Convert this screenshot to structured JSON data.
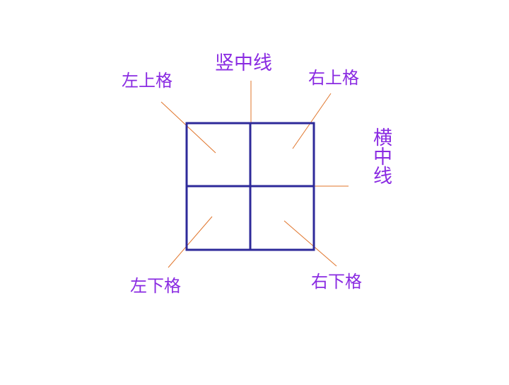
{
  "colors": {
    "grid": "#2e2a9a",
    "pointer": "#e0742a",
    "label": "#8a2be2"
  },
  "labels": {
    "top_left": "左上格",
    "vertical_center_line": "竖中线",
    "top_right": "右上格",
    "horizontal_center_line": "横中线",
    "bottom_left": "左下格",
    "bottom_right": "右下格"
  }
}
